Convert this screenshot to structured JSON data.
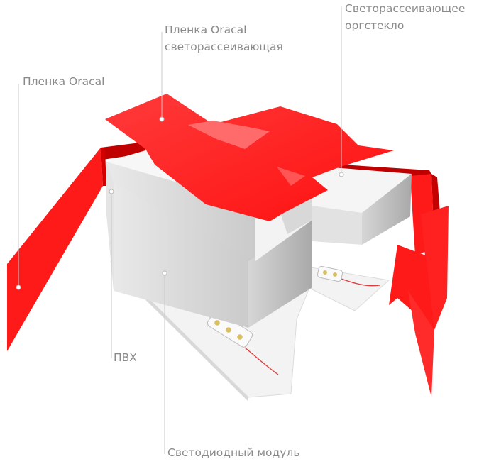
{
  "labels": {
    "film_diffuse": [
      "Пленка Oracal",
      "светорассеивающая"
    ],
    "film": [
      "Пленка Oracal"
    ],
    "plexiglass": [
      "Светорассеивающее",
      "оргстекло"
    ],
    "pvc": [
      "ПВХ"
    ],
    "led_module": [
      "Светодиодный модуль"
    ]
  },
  "colors": {
    "red": "#ff1a1a",
    "red_dark": "#c40000",
    "red_light": "#ff4d4d",
    "acrylic_red": "#ff3030",
    "pvc_top": "#f6f6f6",
    "pvc_side_light": "#ececec",
    "pvc_side_dark": "#bdbdbd",
    "base_plate": "#f2f2f2",
    "leader_line": "#c8c8c8",
    "label_text": "#8a8a8a",
    "wire": "#e23a3a"
  }
}
